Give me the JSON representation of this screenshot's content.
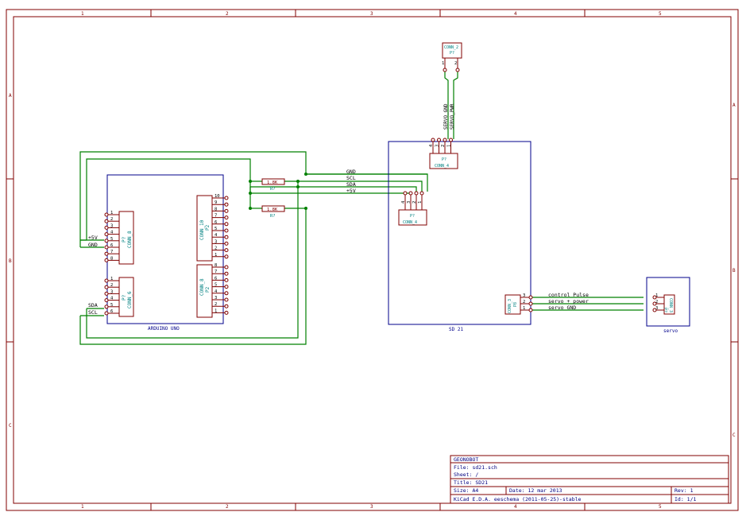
{
  "colors": {
    "frame": "#800000",
    "body": "#00008b",
    "wire": "#008000",
    "pin": "#800000",
    "ref": "#008080",
    "label": "#000000",
    "title": "#000080"
  },
  "border": {
    "cols": [
      "1",
      "2",
      "3",
      "4",
      "5"
    ],
    "rows": [
      "A",
      "B",
      "C"
    ]
  },
  "components": {
    "arduino_label": "ARDUINO UNO",
    "sd21_label": "SD 21",
    "servo_label": "servo",
    "conn_p7_top": {
      "ref": "P?",
      "value": "CONN_2",
      "pins": [
        "1",
        "2"
      ]
    },
    "conn_p7_a": {
      "ref": "P?",
      "value": "CONN_4",
      "pins": [
        "4",
        "3",
        "2",
        "1"
      ]
    },
    "conn_p7_b": {
      "ref": "P?",
      "value": "CONN_4",
      "pins": [
        "4",
        "3",
        "2",
        "1"
      ]
    },
    "conn_p8_3": {
      "ref": "P8",
      "value": "CONN_3",
      "pins": [
        "3",
        "2",
        "1"
      ]
    },
    "conn_servo": {
      "ref": "P?",
      "value": "CONN_3",
      "pins": [
        "1",
        "2",
        "3"
      ]
    },
    "conn_p2_10": {
      "ref": "P2",
      "value": "CONN_10",
      "pins": [
        "10",
        "9",
        "8",
        "7",
        "6",
        "5",
        "4",
        "3",
        "2",
        "1"
      ]
    },
    "conn_p2_8": {
      "ref": "P2",
      "value": "CONN_8",
      "pins": [
        "8",
        "7",
        "6",
        "5",
        "4",
        "3",
        "2",
        "1"
      ]
    },
    "conn_8_left": {
      "ref": "P?",
      "value": "CONN_8",
      "pins": [
        "1",
        "2",
        "3",
        "4",
        "5",
        "6",
        "7",
        "8"
      ]
    },
    "conn_6_left": {
      "ref": "P?",
      "value": "CONN_6",
      "pins": [
        "1",
        "2",
        "3",
        "4",
        "5",
        "6"
      ]
    },
    "r1": {
      "ref": "R?",
      "value": "1.8K"
    },
    "r2": {
      "ref": "R?",
      "value": "1.8K"
    }
  },
  "nets": {
    "gnd": "GND",
    "scl": "SCL",
    "sda": "SDA",
    "v5": "+5V",
    "servo_gnd": "SERVO_GND",
    "servo_pwr": "SERVO_PWR",
    "control_pulse": "control Pulse",
    "servo_power": "servo + power",
    "servo_gnd_lbl": "servo GND",
    "left_v5": "+5V",
    "left_gnd": "GND",
    "left_sda": "SDA",
    "left_scl": "SCL"
  },
  "title_block": {
    "company": "GEONOBOT",
    "file": "File: sd21.sch",
    "sheet": "Sheet: /",
    "title": "Title: SD21",
    "size": "Size: A4",
    "date": "Date: 12 mar 2013",
    "rev": "Rev: 1",
    "app": "KiCad E.D.A.  eeschema (2011-05-25)-stable",
    "id": "Id: 1/1"
  }
}
